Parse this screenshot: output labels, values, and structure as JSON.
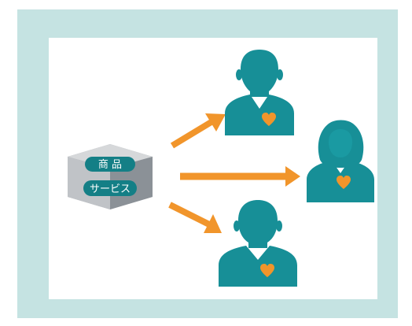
{
  "diagram": {
    "product_box": {
      "label_top": "商 品",
      "label_bottom": "サービス"
    },
    "customers": [
      {
        "name": "customer-man-top",
        "icon": "person-icon",
        "heart": "heart-icon"
      },
      {
        "name": "customer-woman-middle",
        "icon": "person-icon",
        "heart": "heart-icon"
      },
      {
        "name": "customer-man-bottom",
        "icon": "person-icon",
        "heart": "heart-icon"
      }
    ],
    "colors": {
      "background_frame": "#c5e3e2",
      "person": "#178f97",
      "pill": "#147f86",
      "heart": "#f1952b",
      "arrow": "#f1952b",
      "hexagon_light": "#d6d8da",
      "hexagon_mid": "#a9adb2",
      "hexagon_dark": "#8b9197"
    }
  }
}
